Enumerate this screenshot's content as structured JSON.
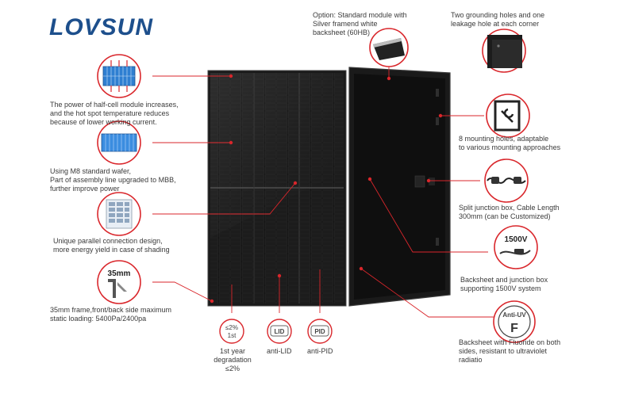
{
  "brand": {
    "logo_text": "LOVSUN"
  },
  "left_features": [
    {
      "text": "The power of half-cell module increases,\nand the hot spot temperature reduces\nbecause of lower working current."
    },
    {
      "text": "Using M8 standard wafer,\nPart of assembly line upgraded to MBB,\nfurther improve power"
    },
    {
      "text": "Unique parallel connection design,\nmore energy yield in case of shading"
    },
    {
      "text": "35mm frame,front/back side maximum\nstatic loading: 5400Pa/2400pa",
      "icon_label": "35mm"
    }
  ],
  "right_features": [
    {
      "text": "Option: Standard module with\nSilver framend white\n backsheet (60HB)"
    },
    {
      "text": "Two grounding holes and one\nleakage hole at each corner"
    },
    {
      "text": "8 mounting holes, adaptable\nto various mounting approaches"
    },
    {
      "text": "Split junction box, Cable Length\n300mm (can be Customized)"
    },
    {
      "text": "Backsheet and junction box\nsupporting 1500V system",
      "icon_label": "1500V"
    },
    {
      "text": "Backsheet with Fluoride on both\nsides, resistant to ultraviolet\nradiatio",
      "icon_label": "Anti-UV",
      "icon_letter": "F"
    }
  ],
  "bottom_features": [
    {
      "text": "1st year\ndegradation ≤2%",
      "icon_top": "≤2%",
      "icon_bottom": "1st"
    },
    {
      "text": "anti-LID",
      "icon_label": "LID"
    },
    {
      "text": "anti-PID",
      "icon_label": "PID"
    }
  ],
  "colors": {
    "accent": "#d9262b",
    "panel": "#141414",
    "logo_blue": "#1d4f8c",
    "logo_cyan": "#2a8fc7"
  }
}
